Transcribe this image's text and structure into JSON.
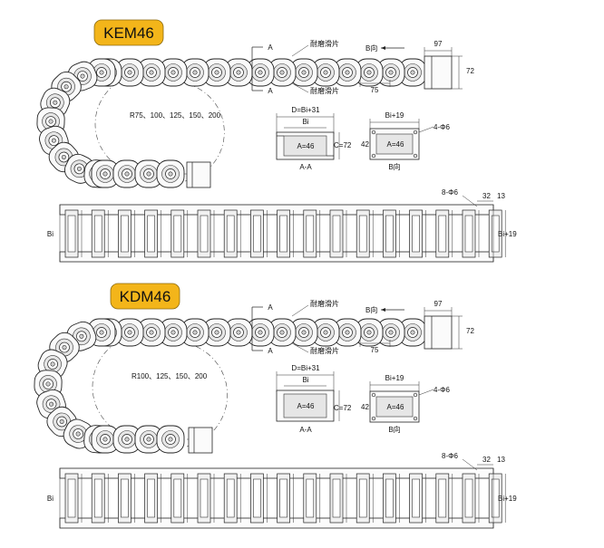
{
  "sections": [
    {
      "model": "KEM46",
      "radius_label": "R75、100、125、150、200",
      "wear_plate": "耐磨滑片",
      "section_mark": "A",
      "view_b": "B向",
      "dim_97": "97",
      "dim_72": "72",
      "dim_75": "75",
      "aa": {
        "width": "D=Bi+31",
        "inner": "Bi",
        "a": "A=46",
        "c": "C=72",
        "caption": "A-A"
      },
      "bview": {
        "width": "Bi+19",
        "h": "42",
        "a": "A=46",
        "holes": "4-Φ6",
        "caption": "B向"
      },
      "strip": {
        "holes": "8-Φ6",
        "d1": "32",
        "d2": "13",
        "bi": "Bi",
        "bi19": "Bi+19"
      }
    },
    {
      "model": "KDM46",
      "radius_label": "R100、125、150、200",
      "wear_plate": "耐磨滑片",
      "section_mark": "A",
      "view_b": "B向",
      "dim_97": "97",
      "dim_72": "72",
      "dim_75": "75",
      "aa": {
        "width": "D=Bi+31",
        "inner": "Bi",
        "a": "A=46",
        "c": "C=72",
        "caption": "A-A"
      },
      "bview": {
        "width": "Bi+19",
        "h": "42",
        "a": "A=46",
        "holes": "4-Φ6",
        "caption": "B向"
      },
      "strip": {
        "holes": "8-Φ6",
        "d1": "32",
        "d2": "13",
        "bi": "Bi",
        "bi19": "Bi+19"
      }
    }
  ]
}
